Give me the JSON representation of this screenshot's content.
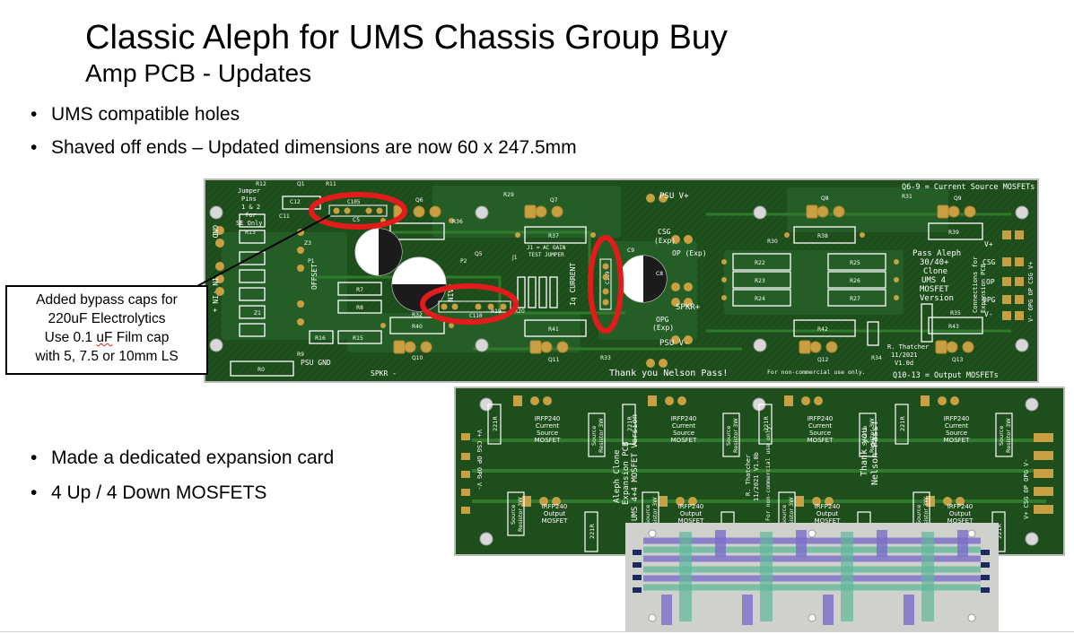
{
  "slide": {
    "title": "Classic Aleph for UMS Chassis Group Buy",
    "subtitle": "Amp PCB - Updates",
    "bullets_top": [
      "UMS compatible holes",
      "Shaved off ends – Updated dimensions are now 60 x 247.5mm"
    ],
    "bullets_bottom": [
      "Made a dedicated expansion card",
      "4 Up / 4 Down MOSFETS"
    ],
    "bullet_glyph": "•"
  },
  "callout": {
    "line1": "Added bypass caps for",
    "line2": "220uF Electrolytics",
    "line3_pre": "Use 0.1 ",
    "line3_uf": "uF",
    "line3_post": " Film cap",
    "line4": "with 5, 7.5 or 10mm LS"
  },
  "main_pcb": {
    "silk": {
      "q69": "Q6-9 = Current Source MOSFETs",
      "q1013": "Q10-13 = Output MOSFETs",
      "thanks": "Thank you Nelson Pass!",
      "noncommercial": "For non-commercial use only.",
      "psu_vplus": "PSU V+",
      "psu_vminus": "PSU V-",
      "csg_exp": "CSG",
      "csg_exp2": "(Exp)",
      "op_exp": "OP (Exp)",
      "opg_exp": "OPG",
      "opg_exp2": "(Exp)",
      "spkr_plus": "SPKR+",
      "spkr_minus": "SPKR -",
      "psu_gnd": "PSU GND",
      "jumper1": "Jumper",
      "jumper2": "Pins",
      "jumper3": "1 & 2",
      "jumper4": "for",
      "jumper5": "SE Only",
      "j1note1": "J1 = AC GAIN",
      "j1note2": "TEST JUMPER",
      "iq": "Iq CURRENT",
      "brand1": "Pass Aleph",
      "brand2": "30/40+",
      "brand3": "Clone",
      "brand4": "UMS 4",
      "brand5": "MOSFET",
      "brand6": "Version",
      "author1": "R. Thatcher",
      "author2": "11/2021",
      "author3": "V1.0d",
      "conn1": "Connections for",
      "conn2": "Expansion PCB",
      "vplus": "V+",
      "csg": "CSG",
      "op": "OP",
      "opg": "OPG",
      "vminus": "V-",
      "vert_right": "V- OPG OP CSG V+",
      "offset": "OFFSET",
      "gain": "GAIN",
      "in_minus": "IN -",
      "in_plus": "IN +",
      "gnd": "GND",
      "c105": "C105",
      "c109": "C109",
      "c110": "C110"
    },
    "labels": {
      "q6": "Q6",
      "q7": "Q7",
      "q8": "Q8",
      "q9": "Q9",
      "q10": "Q10",
      "q11": "Q11",
      "q12": "Q12",
      "q13": "Q13",
      "r36": "R36",
      "r37": "R37",
      "r38": "R38",
      "r39": "R39",
      "r40": "R40",
      "r41": "R41",
      "r42": "R42",
      "r43": "R43",
      "r22": "R22",
      "r23": "R23",
      "r24": "R24",
      "r25": "R25",
      "r26": "R26",
      "r27": "R27",
      "r29": "R29",
      "r30": "R30",
      "r31": "R31",
      "r32": "R32",
      "r33": "R33",
      "r34": "R34",
      "r35": "R35",
      "r12": "R12",
      "r11": "R11",
      "r13": "R13",
      "r7": "R7",
      "r8": "R8",
      "r9": "R9",
      "r0": "R0",
      "r15": "R15",
      "r16": "R16",
      "r19": "R19",
      "r20": "R20",
      "c5": "C5",
      "c8": "C8",
      "c9": "C9",
      "c10": "C10",
      "c11": "C11",
      "c12": "C12",
      "z1": "Z1",
      "z3": "Z3",
      "p1": "P1",
      "p2": "P2",
      "q1": "Q1",
      "q5": "Q5",
      "j1": "J1"
    }
  },
  "expansion_pcb": {
    "top_label1": "IRFP240",
    "top_label2": "Current",
    "top_label3": "Source",
    "top_label4": "MOSFET",
    "bot_label1": "IRFP240",
    "bot_label2": "Output",
    "bot_label3": "MOSFET",
    "src_res1": "Source",
    "src_res2": "Resistor 3W",
    "r221": "221R",
    "center1": "Aleph Clone",
    "center2": "Expansion PCB",
    "center3": "UMS 4+4 MOSFET Version",
    "center4": "R. Thatcher",
    "center5": "11/2021 V1.0b",
    "center6": "For non-commercial use only.",
    "thanks1": "Thank you",
    "thanks2": "Nelson Pass!",
    "edge": "V+  CSG  OP  OPG  V-"
  },
  "colors": {
    "pcb_green": "#1d4d1a",
    "copper": "#2e6a28",
    "silk": "#ffffff",
    "pad": "#c8a043",
    "highlight": "#e21b1b",
    "ghost_blue": "#7a6ec8",
    "ghost_green": "#5fb89a",
    "ghost_bg": "#c8cbc6"
  }
}
